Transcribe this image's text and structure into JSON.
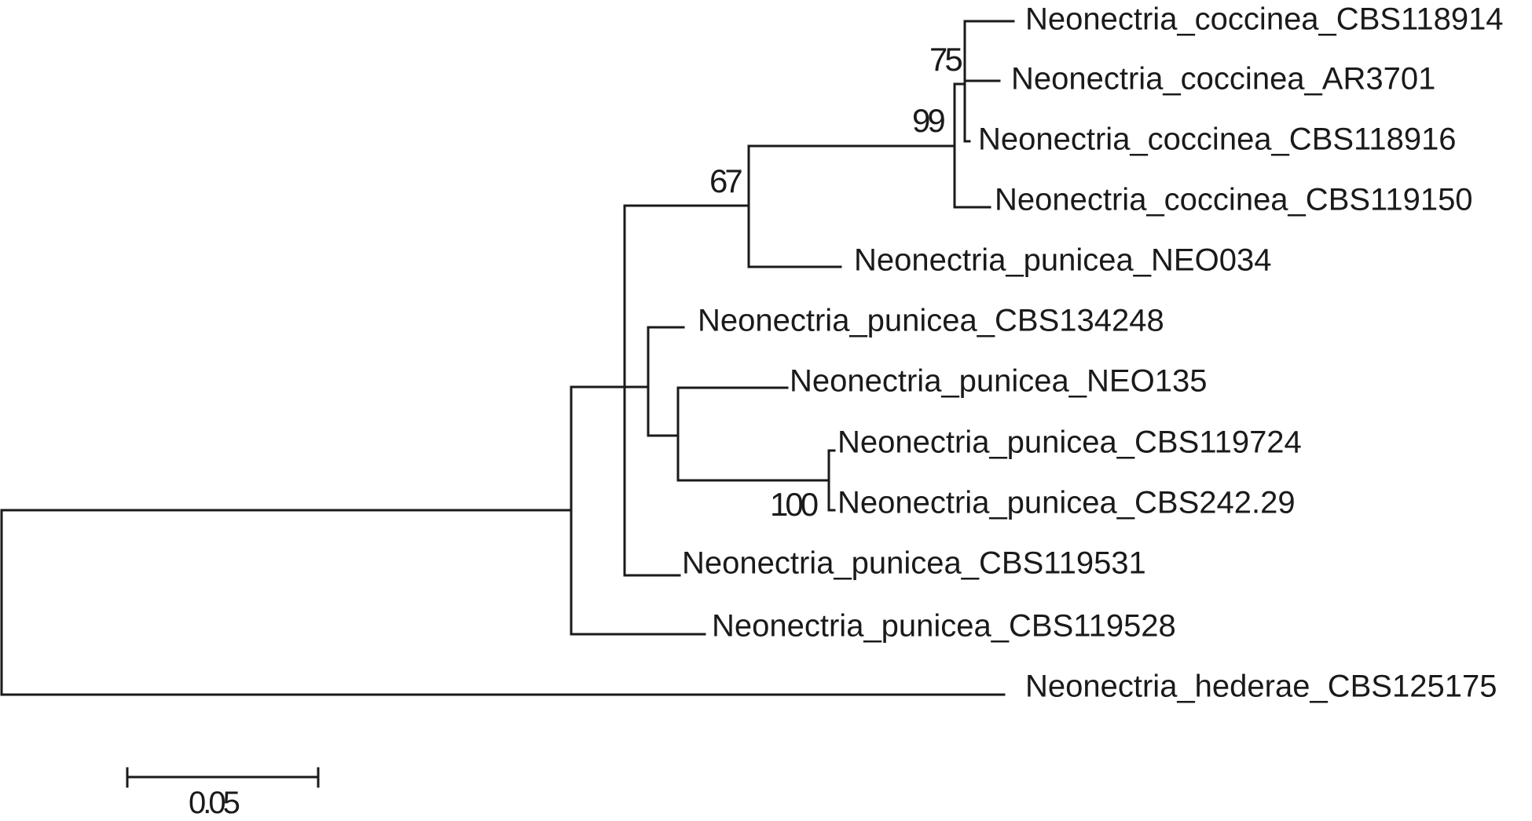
{
  "tree": {
    "taxa": [
      {
        "id": "t1",
        "label": "Neonectria_coccinea_CBS118914"
      },
      {
        "id": "t2",
        "label": "Neonectria_coccinea_AR3701"
      },
      {
        "id": "t3",
        "label": "Neonectria_coccinea_CBS118916"
      },
      {
        "id": "t4",
        "label": "Neonectria_coccinea_CBS119150"
      },
      {
        "id": "t5",
        "label": "Neonectria_punicea_NEO034"
      },
      {
        "id": "t6",
        "label": "Neonectria_punicea_CBS134248"
      },
      {
        "id": "t7",
        "label": "Neonectria_punicea_NEO135"
      },
      {
        "id": "t8",
        "label": "Neonectria_punicea_CBS119724"
      },
      {
        "id": "t9",
        "label": "Neonectria_punicea_CBS242.29"
      },
      {
        "id": "t10",
        "label": "Neonectria_punicea_CBS119531"
      },
      {
        "id": "t11",
        "label": "Neonectria_punicea_CBS119528"
      },
      {
        "id": "t12",
        "label": "Neonectria_hederae_CBS125175"
      }
    ],
    "support_values": [
      "75",
      "99",
      "67",
      "100"
    ],
    "scale_bar": {
      "label": "0.05"
    }
  }
}
